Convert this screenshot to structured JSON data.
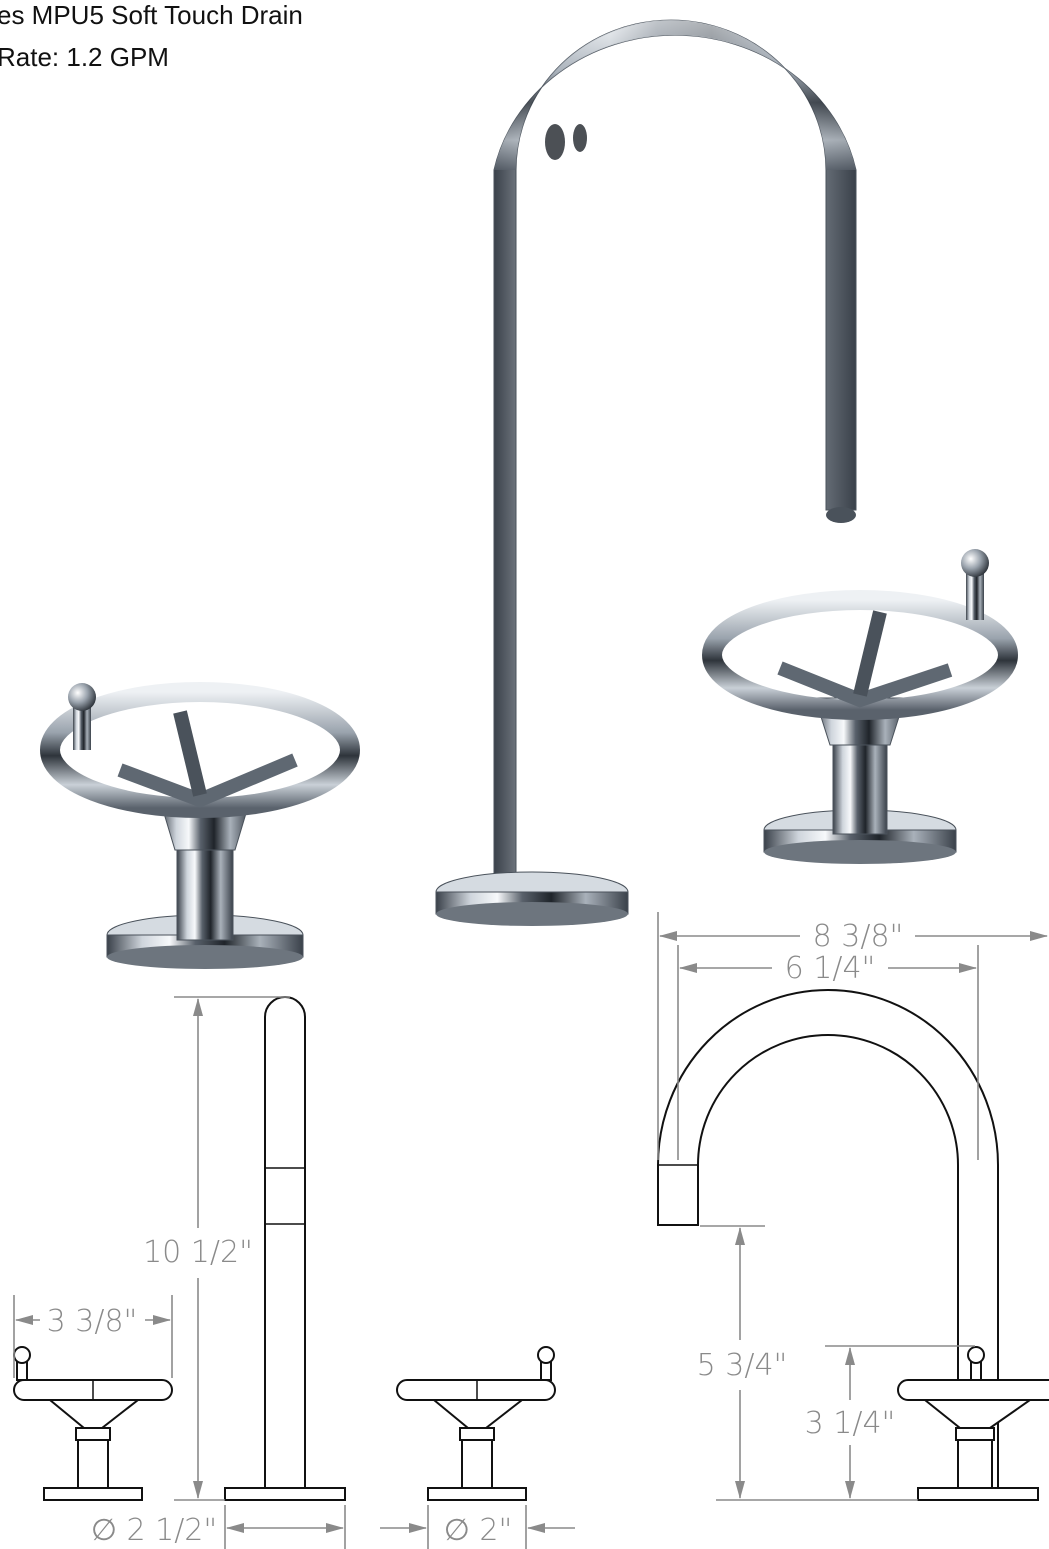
{
  "header": {
    "line1": "es MPU5 Soft Touch Drain",
    "line2": "Rate: 1.2 GPM"
  },
  "dimensions": {
    "spout_reach_outer": "8 3/8\"",
    "spout_reach_inner": "6 1/4\"",
    "spout_height": "10 1/2\"",
    "handle_width": "3 3/8\"",
    "spout_clearance": "5 3/4\"",
    "handle_height": "3 1/4\"",
    "spout_base_diameter": "∅ 2 1/2\"",
    "handle_base_diameter": "∅ 2\""
  },
  "colors": {
    "chrome_dark": "#2a2f36",
    "chrome_mid": "#8a939d",
    "chrome_light": "#f4f6f8",
    "dimension": "#8a8a8a",
    "line": "#111111"
  }
}
